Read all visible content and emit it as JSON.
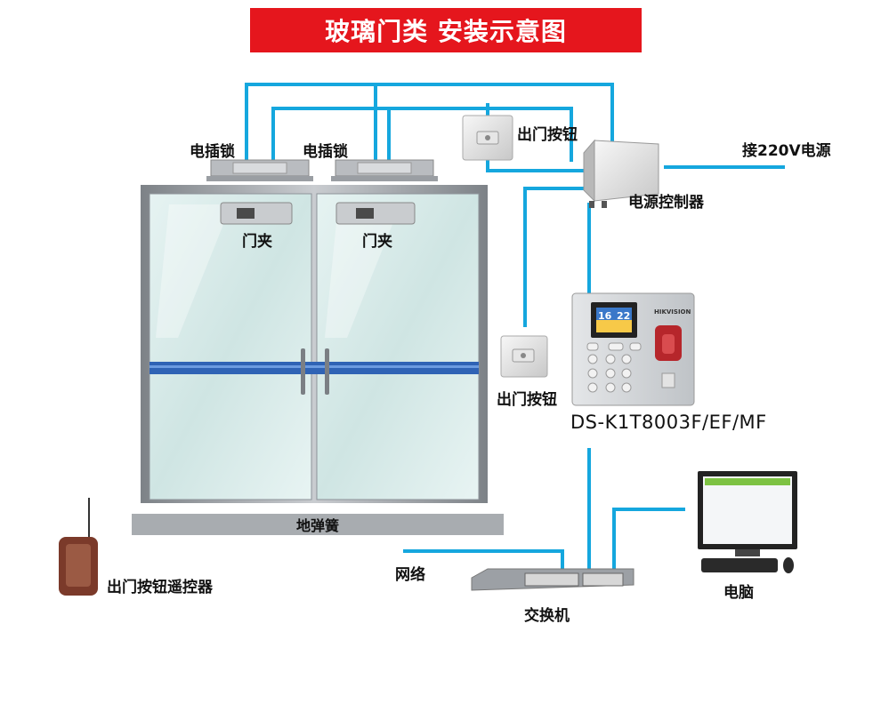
{
  "title": "玻璃门类 安装示意图",
  "labels": {
    "lock_left": "电插锁",
    "lock_right": "电插锁",
    "exit_button_top": "出门按钮",
    "power_220": "接220V电源",
    "power_controller": "电源控制器",
    "clamp_left": "门夹",
    "clamp_right": "门夹",
    "exit_button_mid": "出门按钮",
    "device_model": "DS-K1T8003F/EF/MF",
    "floor_spring": "地弹簧",
    "network": "网络",
    "switch": "交换机",
    "computer": "电脑",
    "remote": "出门按钮遥控器"
  },
  "device": {
    "brand": "HIKVISION",
    "clock_hour": "16",
    "clock_minute": "22"
  },
  "colors": {
    "banner": "#e5161d",
    "wire": "#15a7de",
    "door_frame": "#9aa0a6",
    "glass": "#d7ebea"
  }
}
